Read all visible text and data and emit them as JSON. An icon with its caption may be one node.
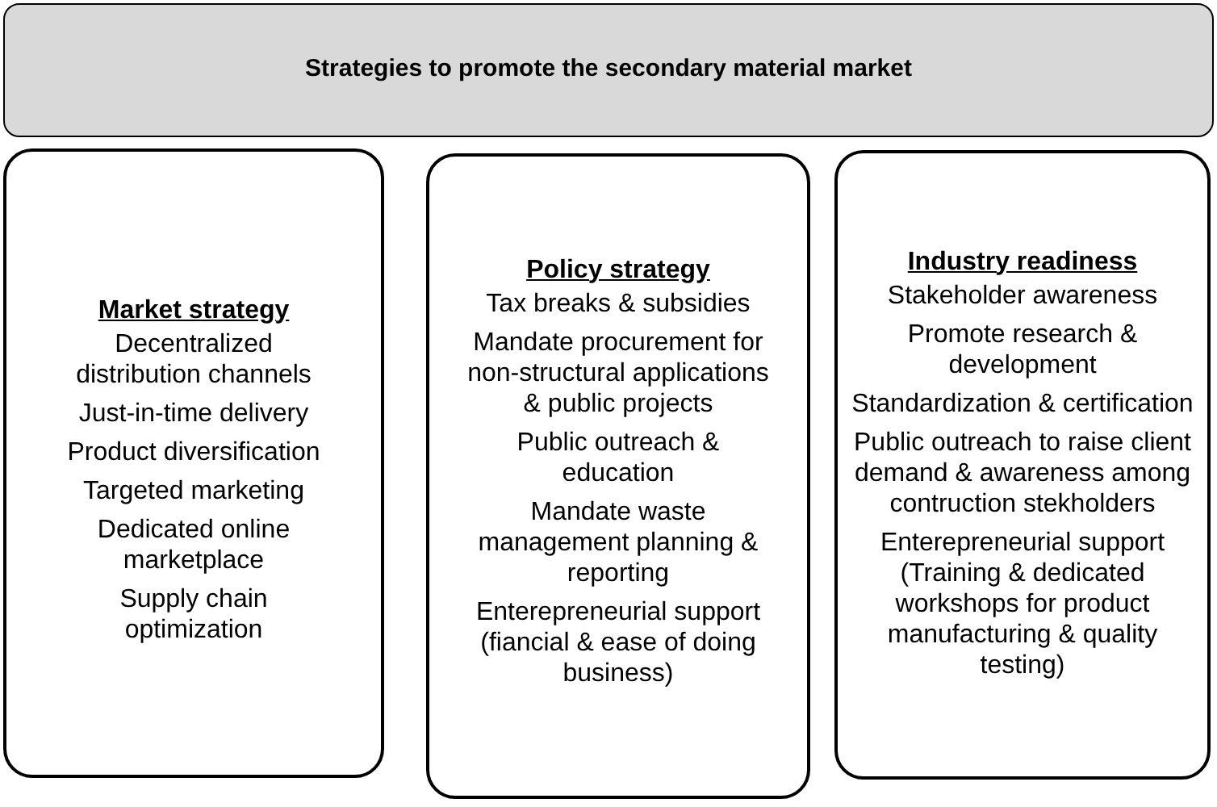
{
  "diagram": {
    "nodes": [
      {
        "text": [
          "Strategies to promote the secondary material market"
        ]
      },
      {
        "text": [
          "Market strategy",
          "Decentralized distribution channels",
          "Just-in-time delivery",
          "Product diversification",
          "Targeted marketing",
          "Dedicated online marketplace",
          "Supply chain optimization"
        ]
      },
      {
        "text": [
          "Policy strategy",
          "Tax breaks & subsidies",
          "Mandate procurement for non-structural applications & public projects",
          "Public outreach & education",
          "Mandate waste management planning & reporting",
          "Enterepreneurial support (fiancial & ease of doing business)"
        ]
      },
      {
        "text": [
          "Industry readiness",
          "Stakeholder awareness",
          "Promote research & development",
          "Standardization & certification",
          "Public outreach to raise client demand & awareness among contruction stekholders",
          "Enterepreneurial support (Training & dedicated workshops for product manufacturing & quality testing)"
        ]
      }
    ]
  }
}
